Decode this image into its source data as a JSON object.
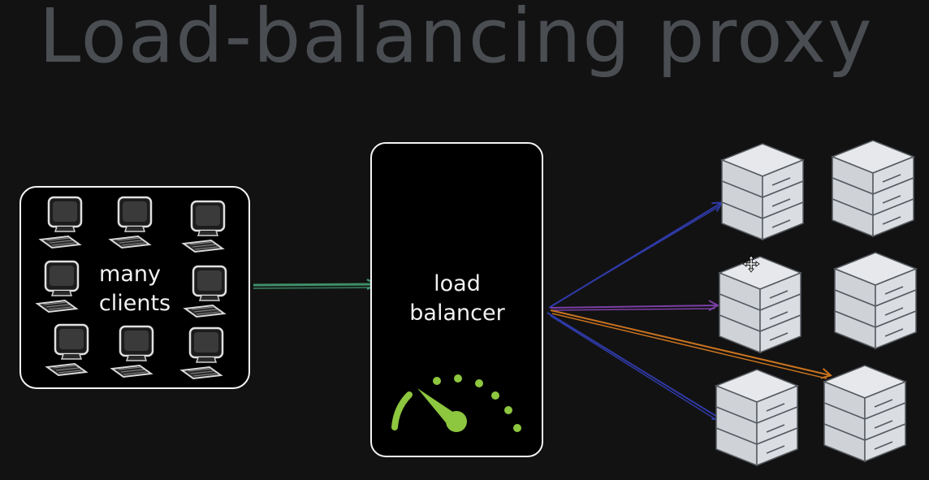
{
  "title": "Load-balancing proxy",
  "clients_box": {
    "label_line1": "many",
    "label_line2": "clients",
    "computer_icon": "desktop-computer-icon",
    "computer_count": 8
  },
  "load_balancer": {
    "label_line1": "load",
    "label_line2": "balancer",
    "gauge_icon": "speedometer-gauge-icon"
  },
  "servers": {
    "server_icon": "server-stack-icon",
    "server_count": 6
  },
  "cursor_icon": "move-cursor-icon",
  "colors": {
    "background": "#121212",
    "title": "#4a4d52",
    "box_stroke": "#f4f4f4",
    "label": "#f2f2f2",
    "client_arrow": "#3f8f68",
    "arrow_blue": "#2f3aa6",
    "arrow_purple": "#7b3fa6",
    "arrow_orange": "#c9731f",
    "gauge": "#8dc63f",
    "server_fill": "#d6d8dc",
    "server_edge": "#555a60"
  }
}
